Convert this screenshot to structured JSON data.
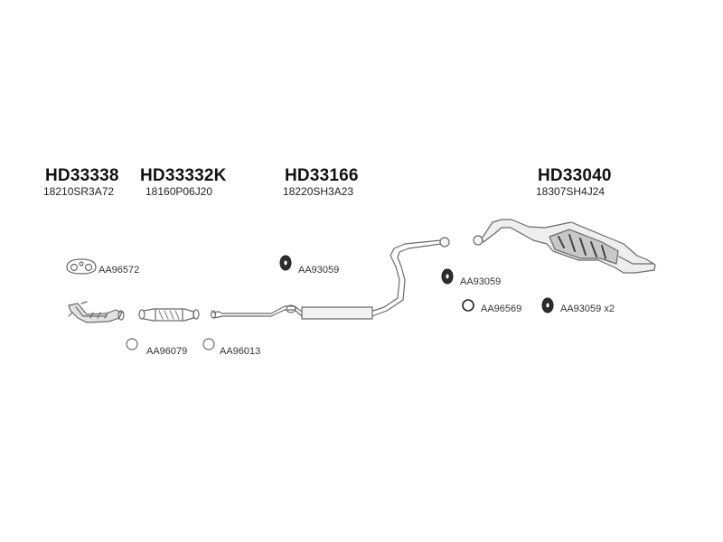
{
  "groups": [
    {
      "code": "HD33338",
      "oem": "18210SR3A72"
    },
    {
      "code": "HD33332K",
      "oem": "18160P06J20"
    },
    {
      "code": "HD33166",
      "oem": "18220SH3A23"
    },
    {
      "code": "HD33040",
      "oem": "18307SH4J24"
    }
  ],
  "parts": {
    "gasket_3bolt": "AA96572",
    "ring_1": "AA96079",
    "ring_2": "AA96013",
    "hanger_mid": "AA93059",
    "hanger_rear": "AA93059",
    "ring_rear": "AA96569",
    "hanger_rear_x2": "AA93059 x2"
  },
  "colors": {
    "line": "#6a6a6a",
    "fill_light": "#d9d9d9",
    "fill_dark": "#3a3a3a"
  }
}
